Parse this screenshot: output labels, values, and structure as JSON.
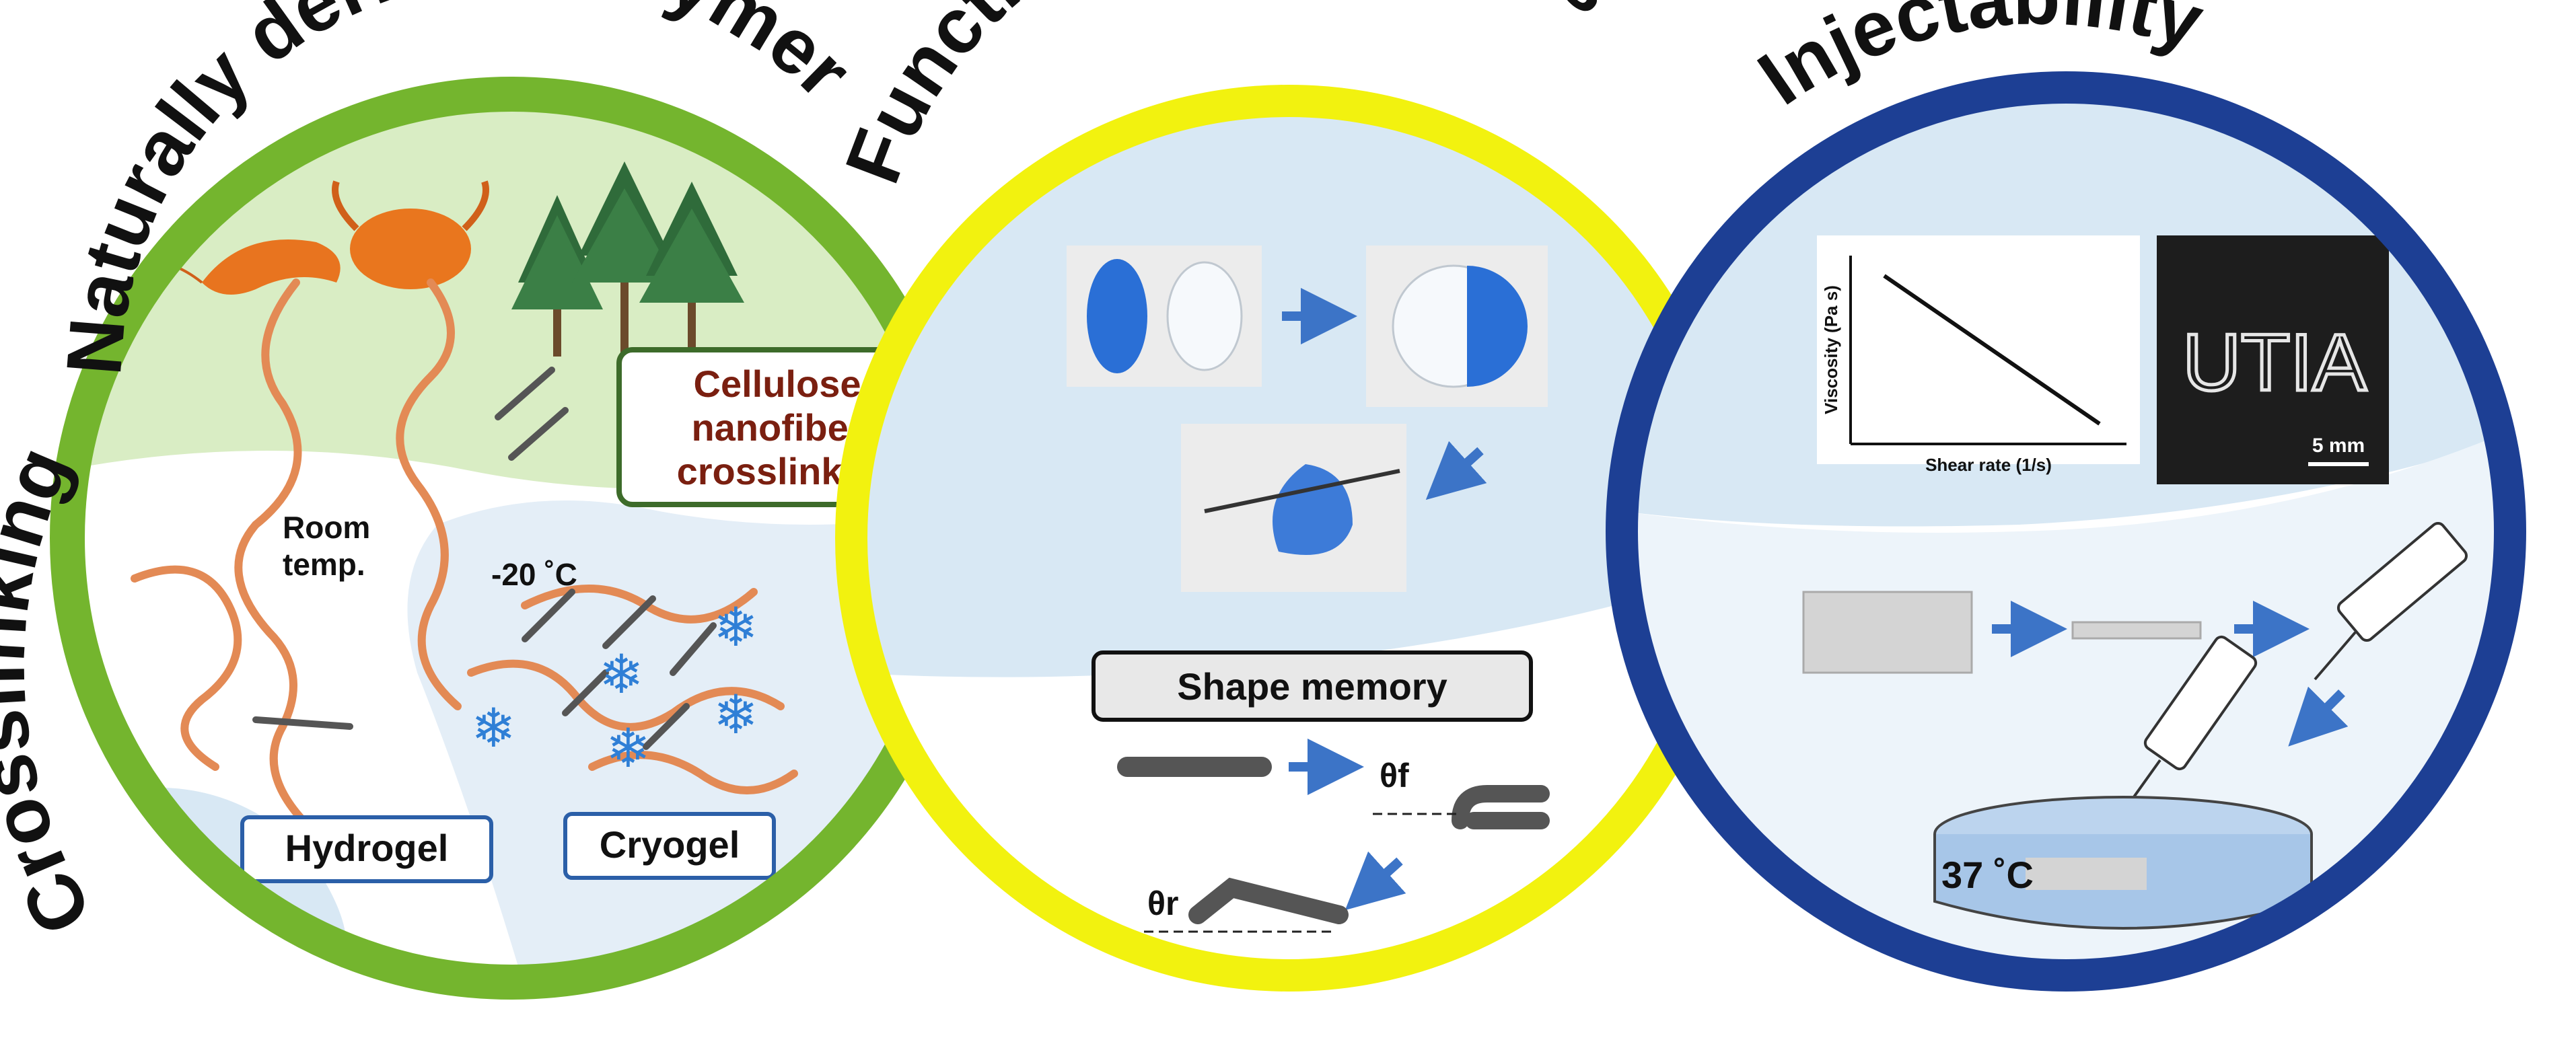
{
  "headings": {
    "left": "Naturally derived polymer",
    "left_side": "Crosslinking",
    "middle": "Functional composites",
    "right": "Injectability"
  },
  "left_panel": {
    "crosslinker_line1": "Cellulose",
    "crosslinker_line2": "nanofiber",
    "crosslinker_line3": "crosslinker",
    "room_temp_line1": "Room",
    "room_temp_line2": "temp.",
    "cold_temp": "-20 ˚C",
    "hydrogel": "Hydrogel",
    "cryogel": "Cryogel"
  },
  "middle_panel": {
    "shape_memory": "Shape memory",
    "theta_f": "θf",
    "theta_r": "θr"
  },
  "right_panel": {
    "plot_ylabel": "Viscosity (Pa s)",
    "plot_xlabel": "Shear rate (1/s)",
    "scale_bar": "5 mm",
    "printed_text": "UTIA",
    "temperature": "37 ˚C"
  },
  "colors": {
    "green_ring": "#74b52e",
    "yellow_ring": "#f2f20f",
    "blue_ring": "#1d3f94",
    "light_blue_bg": "#d8e8f4",
    "light_green_bg": "#d9edc4",
    "polymer_chain": "#e38a55",
    "crosslinker_box_border": "#3d6b2a",
    "crosslinker_text": "#7a1f10",
    "box_border": "#2b5fa8",
    "arrow_blue": "#3c74c7",
    "snowflake": "#2f7fd6"
  }
}
